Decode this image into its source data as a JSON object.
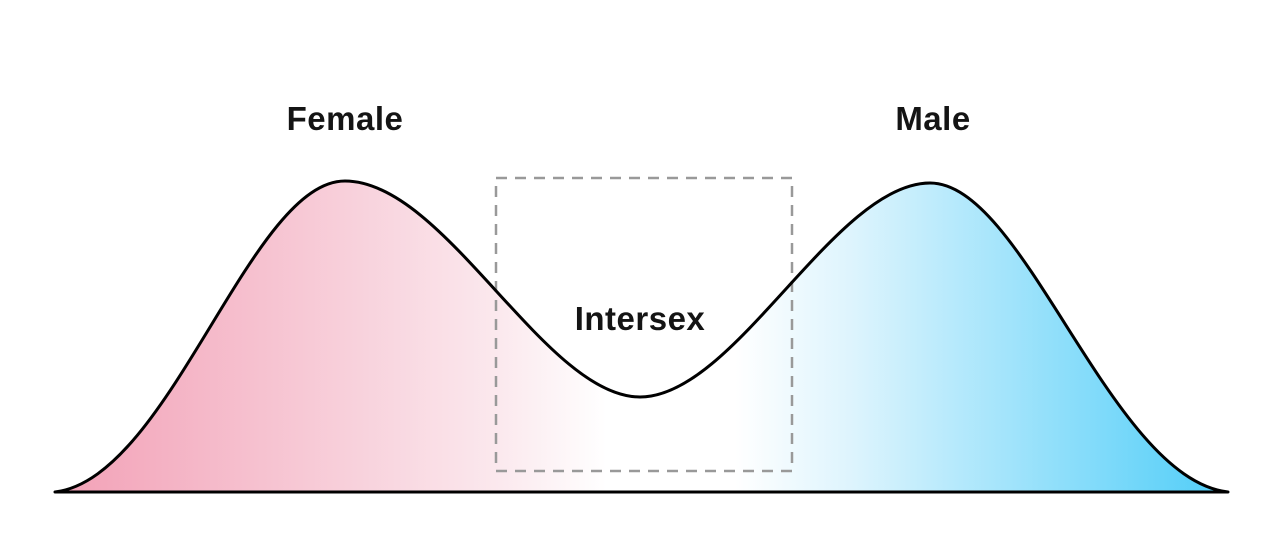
{
  "diagram": {
    "labels": {
      "female": "Female",
      "male": "Male",
      "intersex": "Intersex"
    },
    "colors": {
      "female_pink": "#F2A0B6",
      "female_pink_fade": "#FBE9EE",
      "white": "#FFFFFF",
      "male_blue_fade": "#DDF4FD",
      "male_blue": "#4FCDF8",
      "curve_stroke": "#000000",
      "dashed_box": "#999999"
    }
  }
}
